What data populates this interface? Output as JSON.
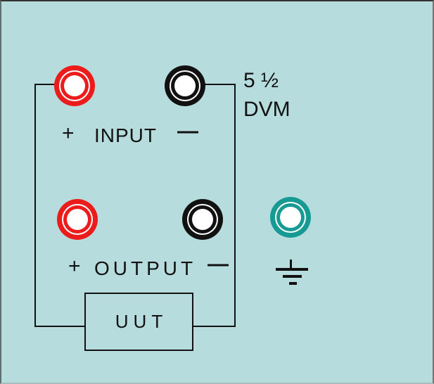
{
  "page": {
    "background_color": "#b6dcdd",
    "wire_color": "#111111",
    "text_color": "#111111"
  },
  "dvm": {
    "line1": "5 ½",
    "line2": "DVM"
  },
  "input": {
    "plus": "+",
    "label": "INPUT",
    "minus": "—"
  },
  "output": {
    "plus": "+",
    "label": "OUTPUT",
    "minus": "—"
  },
  "uut": {
    "label": "UUT"
  },
  "terminals": {
    "input_positive": {
      "name": "input positive jack",
      "color": "#ed1c1c"
    },
    "input_negative": {
      "name": "input negative jack",
      "color": "#111111"
    },
    "output_positive": {
      "name": "output positive jack",
      "color": "#ed1c1c"
    },
    "output_negative": {
      "name": "output negative jack",
      "color": "#111111"
    },
    "ground": {
      "name": "ground jack",
      "color": "#189a94"
    }
  }
}
